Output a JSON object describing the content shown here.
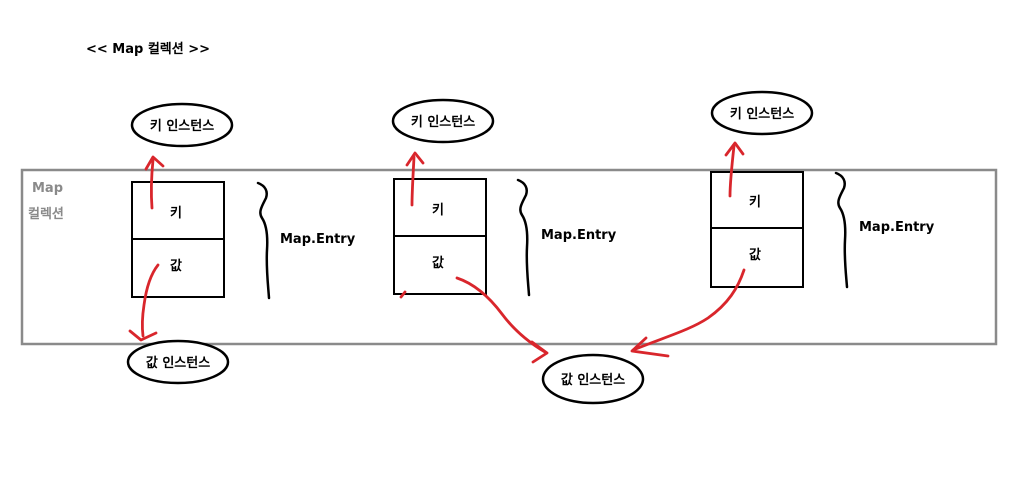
{
  "title": "<< Map 컬렉션 >>",
  "container_label_line1": "Map",
  "container_label_line2": "컬렉션",
  "entries": [
    {
      "key_label": "키",
      "value_label": "값",
      "entry_label": "Map.Entry"
    },
    {
      "key_label": "키",
      "value_label": "값",
      "entry_label": "Map.Entry"
    },
    {
      "key_label": "키",
      "value_label": "값",
      "entry_label": "Map.Entry"
    }
  ],
  "key_instances": [
    "키 인스턴스",
    "키 인스턴스",
    "키 인스턴스"
  ],
  "value_instances": [
    "값 인스턴스",
    "값 인스턴스"
  ],
  "colors": {
    "container_border": "#8a8a8a",
    "arrow": "#d9262c",
    "ink": "#000000"
  }
}
